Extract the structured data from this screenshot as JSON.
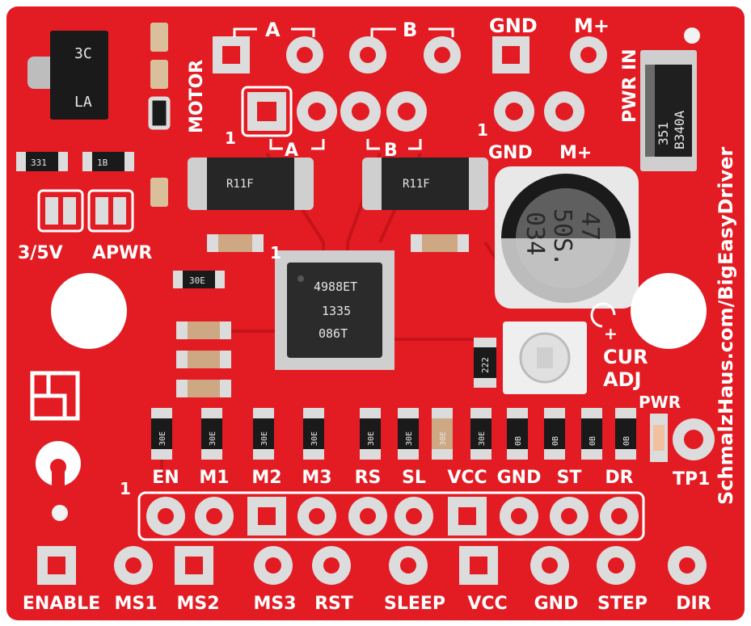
{
  "board": {
    "url_text": "SchmalzHaus.com/BigEasyDriver",
    "colors": {
      "pcb": "#e31b23",
      "silkscreen": "#ffffff",
      "pad": "#dcdcdc",
      "chip": "#2b2b2b",
      "resistor_body": "#1a1a1a"
    }
  },
  "top_header": {
    "group_a": "A",
    "group_b": "B",
    "gnd": "GND",
    "m_plus": "M+",
    "motor": "MOTOR",
    "pwr_in": "PWR IN",
    "pin1": "1",
    "inner_a": "A",
    "inner_b": "B",
    "inner_gnd": "GND",
    "inner_m_plus": "M+"
  },
  "components": {
    "regulator_code": "3C",
    "regulator_sub": "LA",
    "diode_line1": "351",
    "diode_line2": "B340A",
    "sense_left": "R11F",
    "sense_right": "R11F",
    "chip_line1": "4988ET",
    "chip_line2": "1335",
    "chip_line3": "086T",
    "chip_pin1": "1",
    "cap_line1": "47",
    "cap_line2": "50S.",
    "cap_line3": "034",
    "small_res_a": "331",
    "small_res_b": "1B",
    "small_res_c": "30E",
    "pot_res": "222"
  },
  "jumpers": {
    "j1": "3/5V",
    "j2": "APWR"
  },
  "labels": {
    "cur_adj_1": "CUR",
    "cur_adj_2": "ADJ",
    "cur_plus": "+",
    "pwr_led": "PWR",
    "tp1": "TP1",
    "pin1_lower": "1"
  },
  "resistor_row": [
    "30E",
    "30E",
    "30E",
    "30E",
    "30E",
    "30E",
    "30E",
    "30E",
    "0B",
    "0B",
    "0B",
    "0B"
  ],
  "middle_labels": [
    "EN",
    "M1",
    "M2",
    "M3",
    "RS",
    "SL",
    "VCC",
    "GND",
    "ST",
    "DR"
  ],
  "bottom_labels": [
    "ENABLE",
    "MS1",
    "MS2",
    "MS3",
    "RST",
    "SLEEP",
    "VCC",
    "GND",
    "STEP",
    "DIR"
  ]
}
